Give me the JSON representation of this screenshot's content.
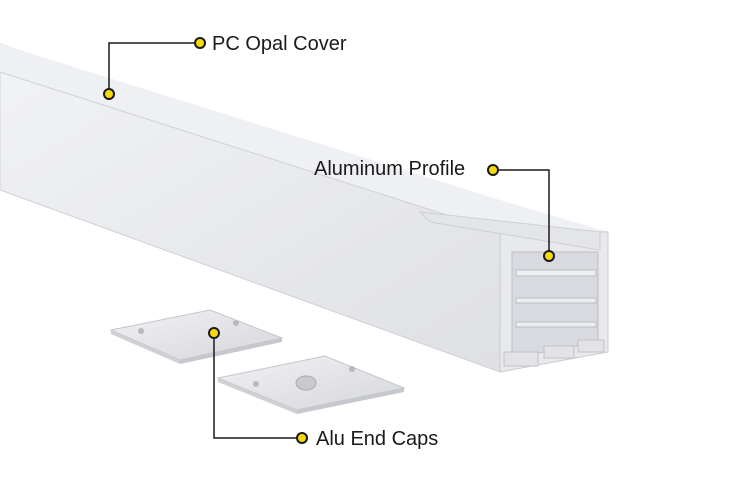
{
  "callouts": {
    "cover": {
      "label": "PC Opal Cover"
    },
    "profile": {
      "label": "Aluminum Profile"
    },
    "caps": {
      "label": "Alu End Caps"
    }
  },
  "colors": {
    "marker_fill": "#f5d90a",
    "marker_stroke": "#1a1a1a",
    "leader_line": "#1a1a1a",
    "profile_body": "#e6e7eb",
    "cover_top": "#eeeff2",
    "end_cap": "#e4e5e8"
  }
}
